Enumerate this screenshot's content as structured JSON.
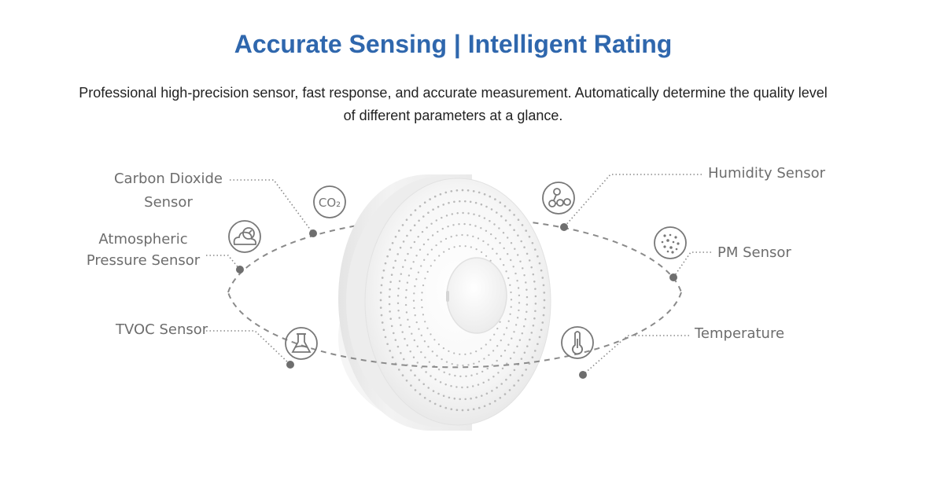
{
  "header": {
    "title": "Accurate Sensing | Intelligent Rating",
    "description": "Professional high-precision sensor, fast response, and accurate measurement. Automatically determine the quality level of different parameters at a glance."
  },
  "diagram": {
    "product": "round-air-quality-sensor",
    "sensors": [
      {
        "label_lines": [
          "Carbon Dioxide",
          "Sensor"
        ],
        "icon": "co2-icon",
        "icon_text": "CO₂"
      },
      {
        "label_lines": [
          "Atmospheric",
          "Pressure Sensor"
        ],
        "icon": "cloud-pressure-icon"
      },
      {
        "label_lines": [
          "TVOC Sensor"
        ],
        "icon": "flask-icon"
      },
      {
        "label_lines": [
          "Humidity Sensor"
        ],
        "icon": "molecule-icon"
      },
      {
        "label_lines": [
          "PM Sensor"
        ],
        "icon": "particles-icon"
      },
      {
        "label_lines": [
          "Temperature"
        ],
        "icon": "thermometer-icon"
      }
    ]
  },
  "colors": {
    "title": "#2f67ad",
    "text": "#222222",
    "label": "#6d6d6d",
    "line": "#8a8a8a",
    "dot": "#6e6e6e",
    "device": "#f4f4f4"
  }
}
